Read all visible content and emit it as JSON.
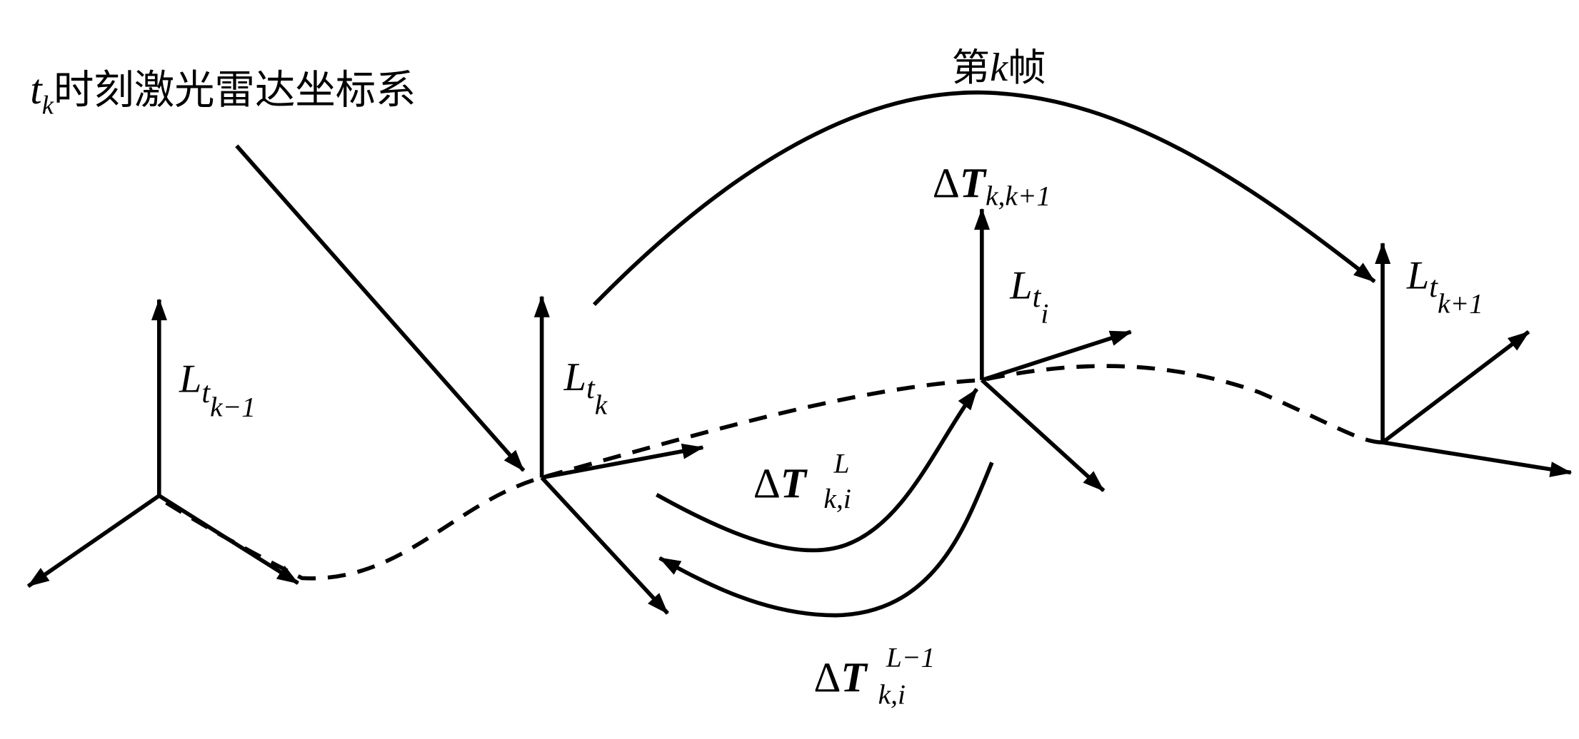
{
  "title_label": {
    "sub_var": "t",
    "sub_idx": "k",
    "text": "时刻激光雷达坐标系"
  },
  "frame_label": {
    "pre": "第",
    "var": "k",
    "post": "帧"
  },
  "delta_T_k_k1": {
    "delta": "Δ",
    "T": "T",
    "sub": "k,k+1"
  },
  "delta_T_L": {
    "delta": "Δ",
    "T": "T",
    "sup": "L",
    "sub": "k,i"
  },
  "delta_T_Linv": {
    "delta": "Δ",
    "T": "T",
    "sup": "L−1",
    "sub": "k,i"
  },
  "frames": [
    {
      "L": "L",
      "t": "t",
      "idx": "k−1"
    },
    {
      "L": "L",
      "t": "t",
      "idx": "k"
    },
    {
      "L": "L",
      "t": "t",
      "idx": "i"
    },
    {
      "L": "L",
      "t": "t",
      "idx": "k+1"
    }
  ]
}
